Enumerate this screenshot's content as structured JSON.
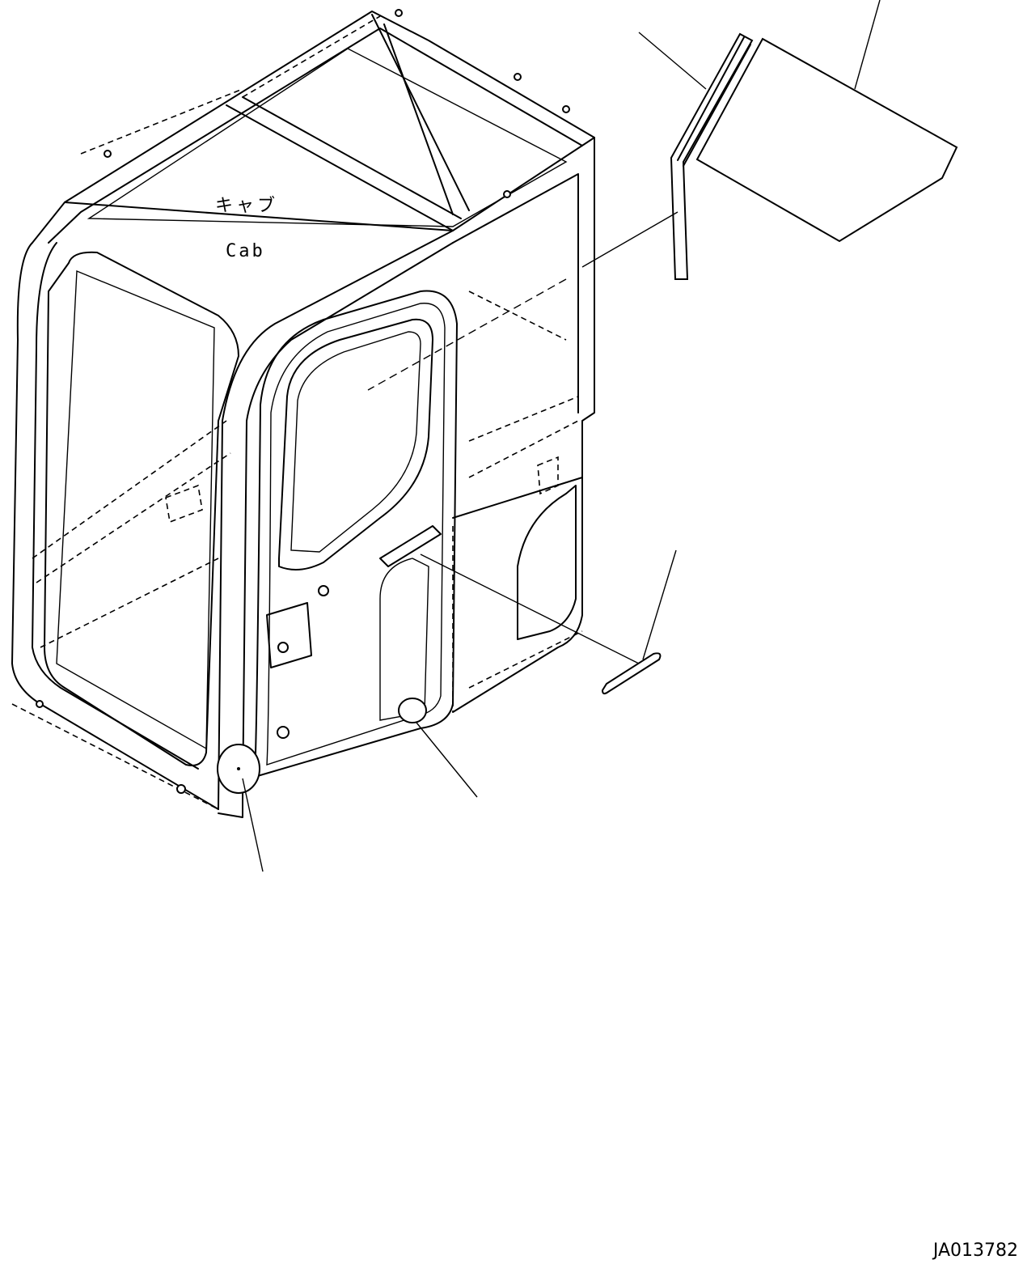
{
  "labels": {
    "cab_japanese": "キャブ",
    "cab_english": "Cab"
  },
  "drawing_id": "JA013782",
  "colors": {
    "line": "#000000",
    "background": "#ffffff"
  }
}
